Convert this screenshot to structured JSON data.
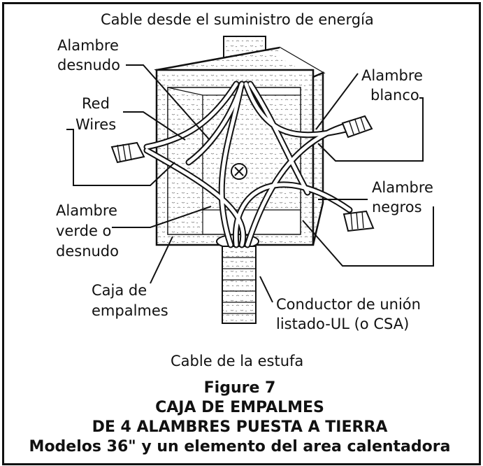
{
  "diagram": {
    "labels": {
      "top_cable": "Cable desde el suministro de energía",
      "alambre_desnudo_1": "Alambre",
      "alambre_desnudo_2": "desnudo",
      "red_wires_1": "Red",
      "red_wires_2": "Wires",
      "alambre_blanco_1": "Alambre",
      "alambre_blanco_2": "blanco",
      "alambre_negros_1": "Alambre",
      "alambre_negros_2": "negros",
      "verde_1": "Alambre",
      "verde_2": "verde o",
      "verde_3": "desnudo",
      "caja_1": "Caja de",
      "caja_2": "empalmes",
      "conductor_1": "Conductor de unión",
      "conductor_2": "listado-UL (o CSA)",
      "bottom_cable": "Cable de la estufa"
    },
    "caption": {
      "line1": "Figure 7",
      "line2": "CAJA DE EMPALMES",
      "line3": "DE 4 ALAMBRES PUESTA A TIERRA",
      "line4": "Modelos 36\" y un elemento del area calentadora"
    }
  }
}
